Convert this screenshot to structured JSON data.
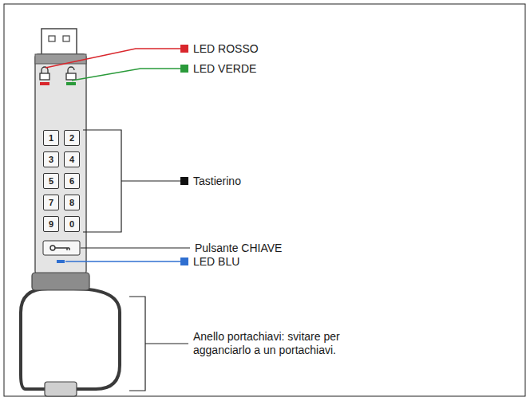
{
  "diagram": {
    "nodes": [
      {
        "text": [
          "1"
        ]
      },
      {
        "text": [
          "2"
        ]
      },
      {
        "text": [
          "3"
        ]
      },
      {
        "text": [
          "4"
        ]
      },
      {
        "text": [
          "5"
        ]
      },
      {
        "text": [
          "6"
        ]
      },
      {
        "text": [
          "7"
        ]
      },
      {
        "text": [
          "8"
        ]
      },
      {
        "text": [
          "9"
        ]
      },
      {
        "text": [
          "0"
        ]
      }
    ],
    "labels": [
      "LED ROSSO",
      "LED VERDE",
      "Tastierino",
      "Pulsante CHIAVE",
      "LED BLU",
      "Anello portachiavi: svitare per agganciarlo a un portachiavi."
    ]
  }
}
